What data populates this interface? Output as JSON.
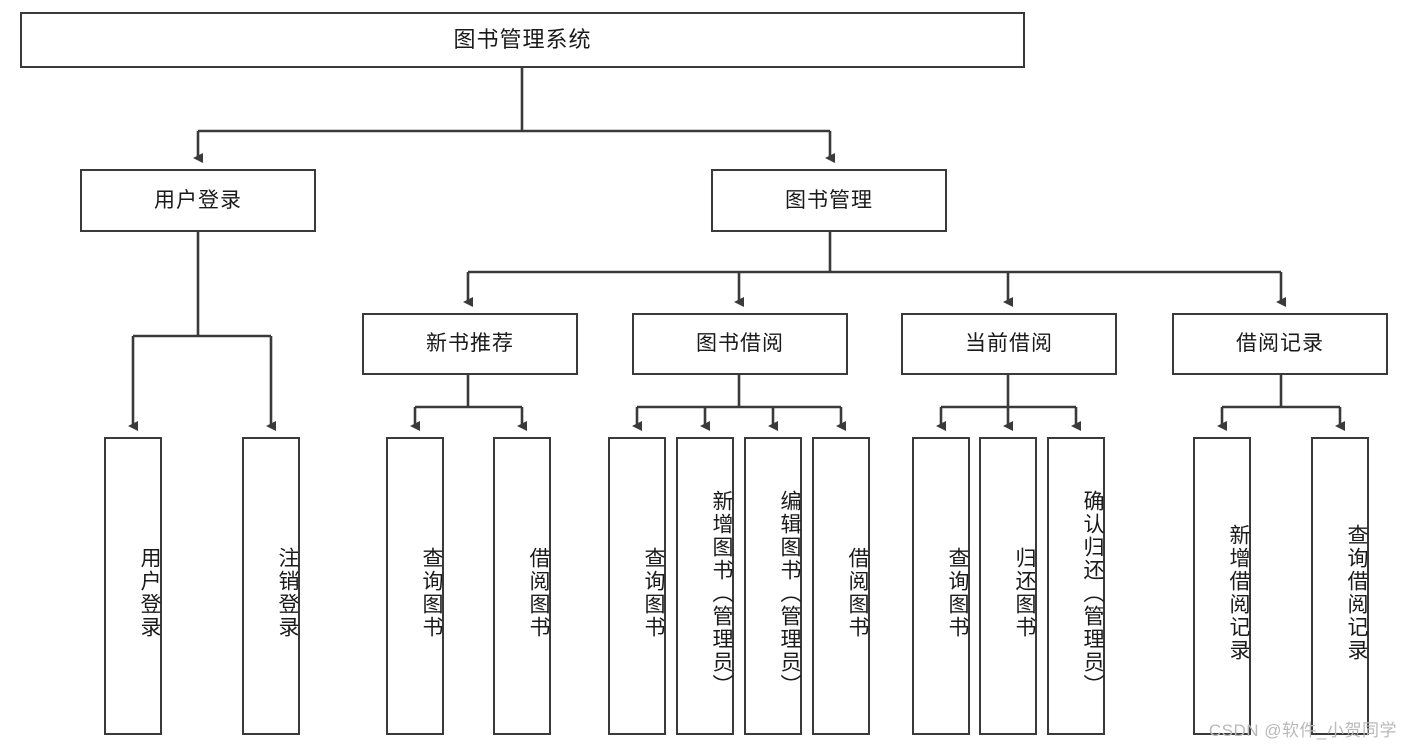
{
  "diagram": {
    "title": "图书管理系统",
    "type": "tree",
    "watermark": "CSDN @软件_小贺同学",
    "colors": {
      "background": "#ffffff",
      "box_border": "#3a3a3a",
      "box_fill": "#ffffff",
      "edge": "#3a3a3a",
      "text": "#1a1a1a",
      "watermark": "#b9b9b9"
    },
    "root": {
      "label": "图书管理系统"
    },
    "level2": [
      {
        "label": "用户登录"
      },
      {
        "label": "图书管理"
      }
    ],
    "level3": [
      {
        "label": "新书推荐"
      },
      {
        "label": "图书借阅"
      },
      {
        "label": "当前借阅"
      },
      {
        "label": "借阅记录"
      }
    ],
    "leaves": {
      "user_login": [
        {
          "label": "用户登录"
        },
        {
          "label": "注销登录"
        }
      ],
      "new_book_recommend": [
        {
          "label": "查询图书"
        },
        {
          "label": "借阅图书"
        }
      ],
      "book_borrow": [
        {
          "label": "查询图书"
        },
        {
          "label": "新增图书（管理员）"
        },
        {
          "label": "编辑图书（管理员）"
        },
        {
          "label": "借阅图书"
        }
      ],
      "current_borrow": [
        {
          "label": "查询图书"
        },
        {
          "label": "归还图书"
        },
        {
          "label": "确认归还（管理员）"
        }
      ],
      "borrow_record": [
        {
          "label": "新增借阅记录"
        },
        {
          "label": "查询借阅记录"
        }
      ]
    }
  }
}
